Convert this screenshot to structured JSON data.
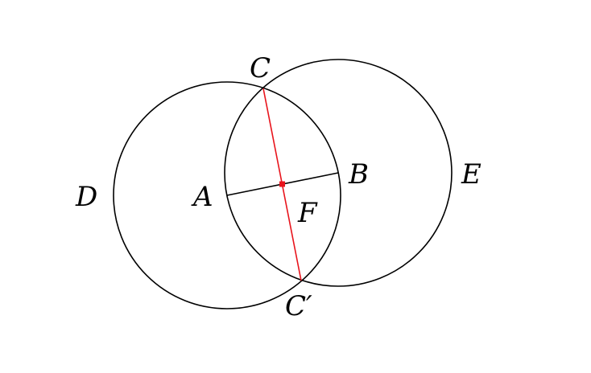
{
  "labels": {
    "a": "A",
    "b": "B",
    "c": "C",
    "c_prime": "C′",
    "d": "D",
    "e": "E",
    "f": "F"
  },
  "colors": {
    "stroke": "#000000",
    "highlight": "#e8141c",
    "background": "#ffffff"
  }
}
